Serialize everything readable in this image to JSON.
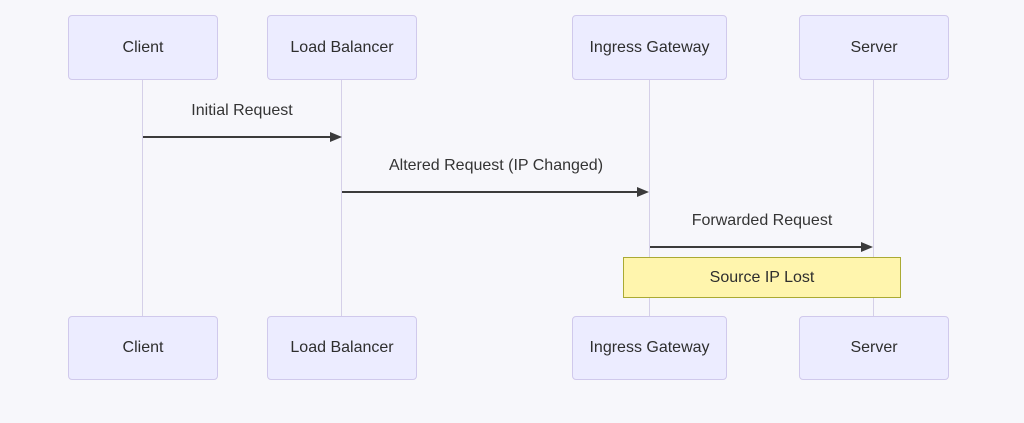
{
  "diagram": {
    "type": "sequence",
    "actors": [
      {
        "label": "Client"
      },
      {
        "label": "Load Balancer"
      },
      {
        "label": "Ingress Gateway"
      },
      {
        "label": "Server"
      }
    ],
    "messages": [
      {
        "from": "Client",
        "to": "Load Balancer",
        "label": "Initial Request",
        "line_style": "solid-arrow"
      },
      {
        "from": "Load Balancer",
        "to": "Ingress Gateway",
        "label": "Altered Request (IP Changed)",
        "line_style": "solid-arrow"
      },
      {
        "from": "Ingress Gateway",
        "to": "Server",
        "label": "Forwarded Request",
        "line_style": "solid-arrow"
      }
    ],
    "notes": [
      {
        "over": "Ingress Gateway, Server",
        "label": "Source IP Lost"
      }
    ],
    "colors": {
      "background": "#f7f7fb",
      "actor_fill": "#ececff",
      "actor_border": "#d0c9ec",
      "lifeline": "#d5d0e8",
      "arrow": "#3b3b3b",
      "text": "#2e2e2e",
      "note_fill": "#fff5ad",
      "note_border": "#aaaa33"
    }
  }
}
